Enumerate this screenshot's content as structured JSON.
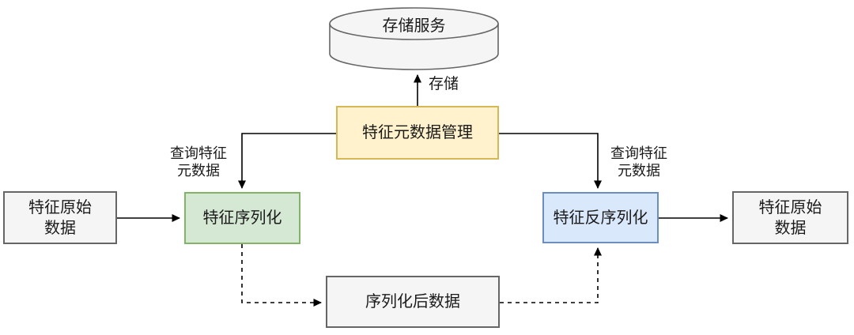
{
  "diagram": {
    "nodes": {
      "storage": {
        "label": "存储服务"
      },
      "metadata_manager": {
        "label": "特征元数据管理"
      },
      "raw_data_left": {
        "label": "特征原始\n数据"
      },
      "serializer": {
        "label": "特征序列化"
      },
      "deserializer": {
        "label": "特征反序列化"
      },
      "raw_data_right": {
        "label": "特征原始\n数据"
      },
      "serialized_data": {
        "label": "序列化后数据"
      }
    },
    "edge_labels": {
      "store": "存储",
      "query_left": "查询特征\n元数据",
      "query_right": "查询特征\n元数据"
    },
    "colors": {
      "yellow_fill": "#fff2cc",
      "yellow_stroke": "#d6b656",
      "green_fill": "#d5e8d4",
      "green_stroke": "#82b366",
      "blue_fill": "#dae8fc",
      "blue_stroke": "#6c8ebf",
      "gray_fill": "#f5f5f5",
      "gray_stroke": "#666666",
      "line": "#000000",
      "text": "#1a1a1a",
      "background": "#ffffff"
    }
  }
}
